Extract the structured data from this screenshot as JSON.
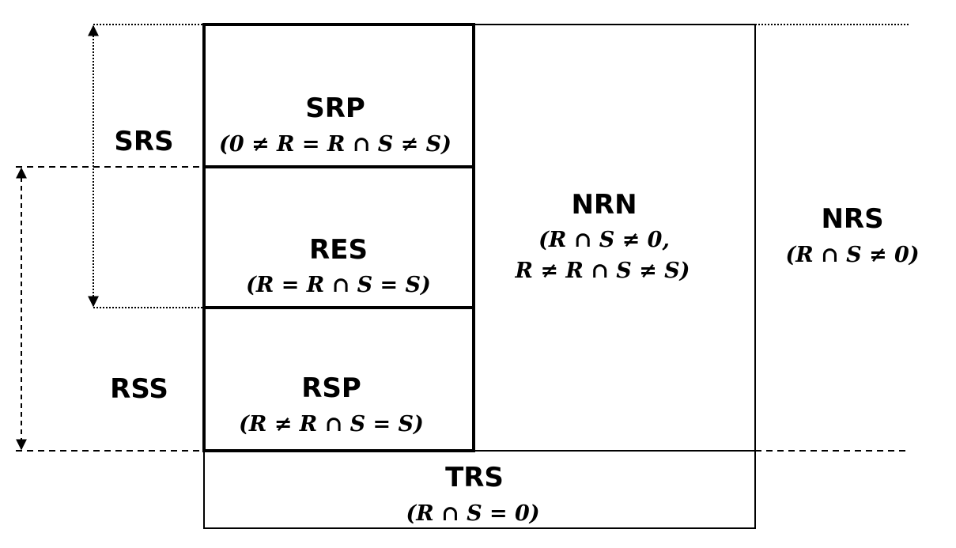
{
  "regions": {
    "srp": {
      "label": "SRP",
      "condition": "(0 ≠ R = R ∩ S ≠ S)"
    },
    "res": {
      "label": "RES",
      "condition": "(R = R ∩ S = S)"
    },
    "rsp": {
      "label": "RSP",
      "condition": "(R ≠ R ∩ S = S)"
    },
    "nrn": {
      "label": "NRN",
      "condition_line1": "(R ∩ S ≠ 0,",
      "condition_line2": "R ≠ R ∩ S ≠ S)"
    },
    "nrs": {
      "label": "NRS",
      "condition": "(R ∩ S ≠ 0)"
    },
    "trs": {
      "label": "TRS",
      "condition": "(R ∩ S = 0)"
    }
  },
  "brackets": {
    "srs": {
      "label": "SRS"
    },
    "rss": {
      "label": "RSS"
    }
  }
}
